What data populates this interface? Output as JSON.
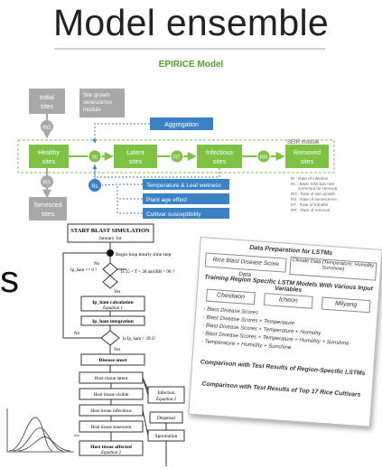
{
  "title": "Model ensemble",
  "subtitle": "EPIRICE Model",
  "epirice": {
    "initial_sites": "Initial sites",
    "site_growth": "Site growth senescence module",
    "rg": "RG",
    "healthy_sites": "Healthy sites",
    "senesced_sites": "Senesced sites",
    "aggregation": "Aggregation",
    "sir_module": "SEIR module",
    "rc": "Rc",
    "latent_sites": "Latent sites",
    "infectious_sites": "Infectious sites",
    "removed_sites": "Removed sites",
    "rt": "RT",
    "rr": "RR",
    "ri": "RI",
    "factors": [
      "Temperature & Leaf wetness",
      "Plant age effect",
      "Cultivar susceptibility"
    ],
    "legend": [
      "Ri : Rate of infection",
      "Rc : Basic infection rate corrected for removal",
      "RG : Rate of site growth",
      "RS : Rate of senescence",
      "RT : Rate of transfer",
      "RR : Rate of removal"
    ]
  },
  "flowchart": {
    "start": "START BLAST SIMULATION",
    "start_sub": "January 1st",
    "begin_loop": "Begin loop hourly time step",
    "ip_check": "Ip_ham >= 0 ?",
    "no": "No",
    "yes": "Yes",
    "temp_check": "Is 15 < T < 28 and RH > 90 ?",
    "ip_calc": "Ip_ham calculation",
    "eq1": "Equation 1",
    "ip_integ": "Ip_ham integration",
    "threshold": "Is Ip_ham > 39.3?",
    "onset": "Disease onset",
    "hl": "Host tissue latent",
    "hv": "Host tissue visible",
    "hi": "Host tissue infectious",
    "hs": "Host tissue senescent",
    "ha": "Host tissue affected",
    "eq2": "Equation 2",
    "infection": "Infection",
    "eq3": "Equation 3",
    "dispersal": "Dispersal",
    "sporulation": "Sporulation"
  },
  "lstm": {
    "heading1": "Data Preparation for LSTMs",
    "data1": "Rice Blast Disease Score Data",
    "data2": "Climate Data (Temperature, Humidity, Sunshine)",
    "heading2": "Training Region Specific LSTM Models With Various Input Variables",
    "regions": [
      "Cheolwon",
      "Icheon",
      "Milyang"
    ],
    "inputs": [
      "- Blast Disease Scores",
      "- Blast Disease Scores + Temperature",
      "- Blast Disease Scores + Temperature + Humidity",
      "- Blast Disease Scores + Temperature + Humidity + Sunshine",
      "- Temperature + Humidity + Sunshine"
    ],
    "heading3": "Comparison with Test Results of Region-Specific LSTMs",
    "heading4": "Comparison with Test Results of Top 17 Rice Cultivars"
  },
  "big_letter": "s",
  "colors": {
    "green": "#7dc242",
    "blue": "#3b82c4",
    "grey": "#a8a8a8"
  }
}
